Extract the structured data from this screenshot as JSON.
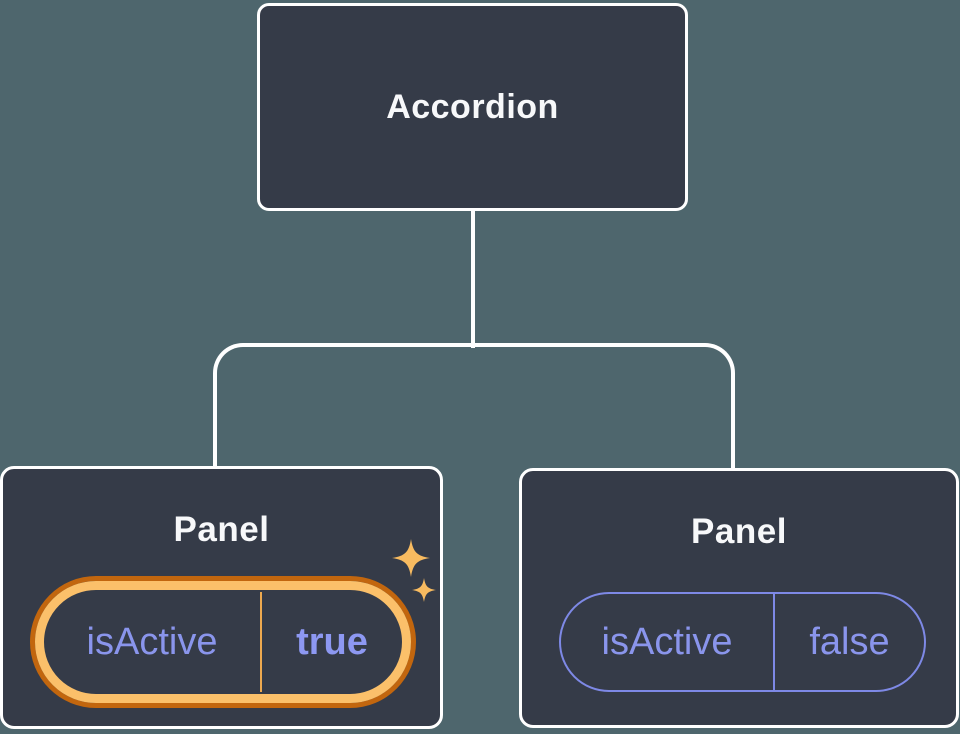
{
  "diagram": {
    "description": "React component tree diagram: Accordion parent with two Panel children holding isActive state",
    "root": {
      "label": "Accordion"
    },
    "children": [
      {
        "label": "Panel",
        "prop": {
          "name": "isActive",
          "value": "true"
        },
        "highlighted": true
      },
      {
        "label": "Panel",
        "prop": {
          "name": "isActive",
          "value": "false"
        },
        "highlighted": false
      }
    ]
  },
  "colors": {
    "background": "#4e666d",
    "node_fill": "#353b48",
    "node_border": "#ffffff",
    "connector": "#ffffff",
    "state_text_purple": "#8a95ec",
    "state_border_purple": "#7e89e6",
    "highlight_orange_light": "#fbc06a",
    "highlight_orange_dark": "#c2660e",
    "sparkle": "#f8bb60"
  },
  "icons": {
    "sparkles": "two four-point stars marking changed state"
  }
}
